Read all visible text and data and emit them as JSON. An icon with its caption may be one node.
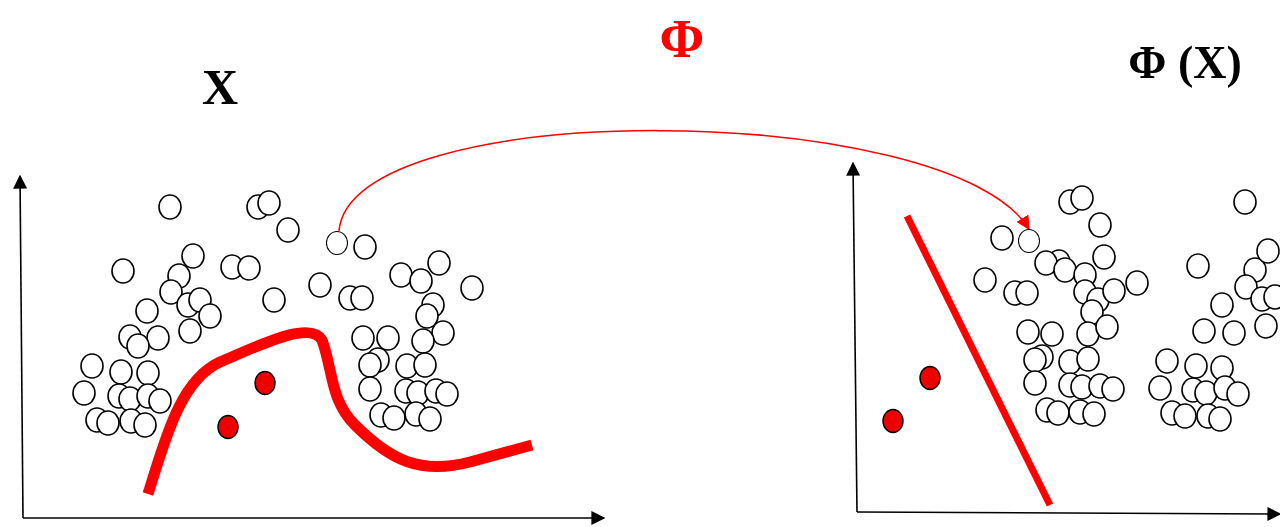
{
  "diagram": {
    "nodes": [
      {
        "text": [],
        "shape": "circle"
      },
      {
        "text": [],
        "shape": "circle"
      }
    ],
    "edges": [
      {
        "from": 0,
        "to": 1,
        "arrow": "to",
        "label": "Φ",
        "color": "#ff0000"
      }
    ],
    "labels": [
      "X",
      "Φ (X)"
    ]
  }
}
